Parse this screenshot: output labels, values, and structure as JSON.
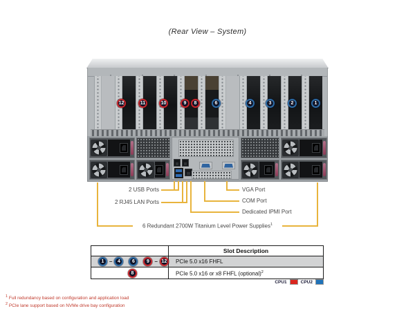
{
  "title": "(Rear View – System)",
  "colors": {
    "cpu1_red": "#c5252c",
    "cpu2_blue": "#2d6ca5",
    "callout_yellow": "#e8b43c",
    "footnote_red": "#c0392b",
    "legend_red": "#da251d",
    "legend_blue": "#1f72b8"
  },
  "server": {
    "slot_numbers": {
      "s12": "12",
      "s11": "11",
      "s10": "10",
      "s9": "9",
      "s8": "8",
      "s6": "6",
      "s4": "4",
      "s3": "3",
      "s2": "2",
      "s1": "1"
    }
  },
  "callouts": {
    "usb": "2 USB Ports",
    "lan": "2 RJ45 LAN Ports",
    "vga": "VGA Port",
    "com": "COM Port",
    "ipmi": "Dedicated IPMI Port",
    "psu_text": "6 Redundant 2700W Titanium Level Power Supplies",
    "psu_sup": "1"
  },
  "table": {
    "header": "Slot Description",
    "row1": {
      "c1": "1",
      "dash1": "–",
      "c4": "4",
      "c6": "6",
      "c9": "9",
      "dash2": "–",
      "c12": "12",
      "desc": "PCIe 5.0 x16 FHFL"
    },
    "row2": {
      "c8": "8",
      "desc": "PCIe 5.0 x16 or x8 FHFL (optional)",
      "sup": "2"
    }
  },
  "legend": {
    "cpu1": "CPU1",
    "cpu2": "CPU2"
  },
  "footnotes": {
    "f1_marker": "1",
    "f1_text": "Full redundancy based on configuration and application load",
    "f2_marker": "2",
    "f2_text": "PCIe lane support based on NVMe drive bay configuration"
  }
}
